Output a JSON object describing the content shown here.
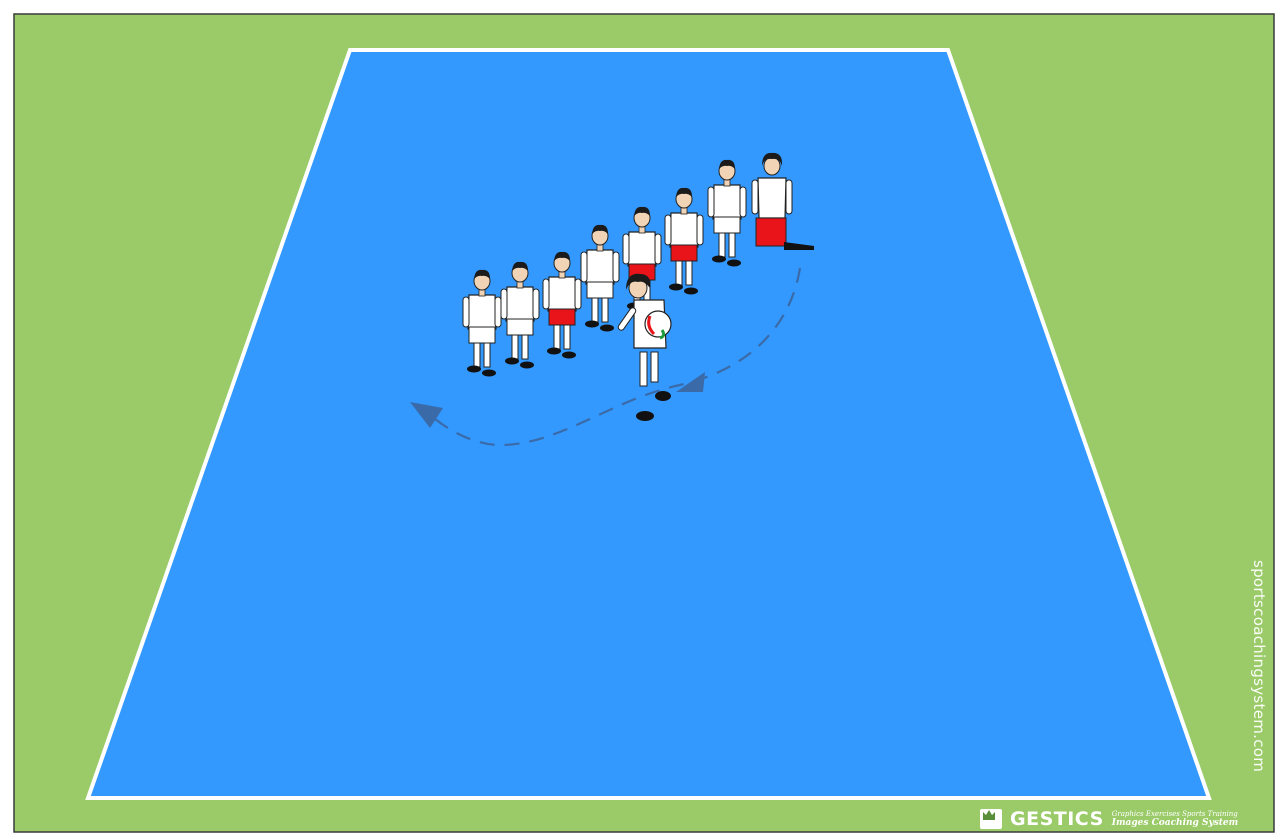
{
  "diagram": {
    "title": "",
    "field_color": "#9bcb69",
    "court_color": "#3399ff",
    "line_color": "#ffffff",
    "arrow_color": "#3a6aa8",
    "kit": {
      "shirt": "#ffffff",
      "shorts_white": "#ffffff",
      "shorts_red": "#e8141a",
      "boots": "#111111",
      "hair": "#1b1b1b"
    },
    "players_in_line": 8,
    "kneeling_players": 1,
    "players_with_ball": 1,
    "movement": "dashed arrow running from the kneeling player, around the front of the line, back toward the start"
  },
  "watermark": {
    "text": "sportscoachingsystem.com"
  },
  "brand": {
    "name": "GESTICS",
    "tagline_line1": "Graphics Exercises Sports Training",
    "tagline_line2": "Images Coaching System"
  }
}
